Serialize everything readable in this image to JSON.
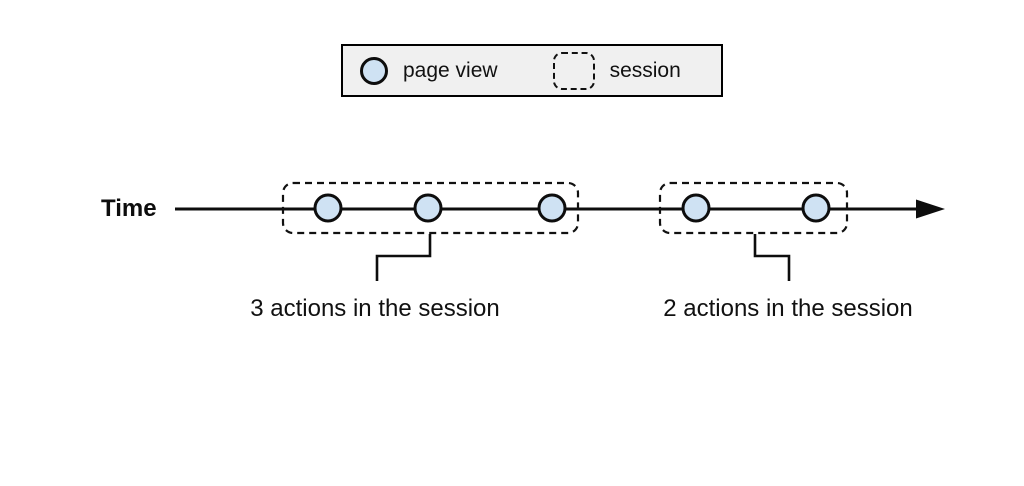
{
  "canvas": {
    "background": "#ffffff"
  },
  "legend": {
    "background": "#f0f0f0",
    "border_color": "#000000",
    "items": [
      {
        "icon": "page-view-circle-icon",
        "label": "page view"
      },
      {
        "icon": "session-dashed-box-icon",
        "label": "session"
      }
    ]
  },
  "timeline": {
    "axis_label": "Time",
    "direction": "left-to-right",
    "sessions": [
      {
        "page_views": 3,
        "caption": "3 actions in the session"
      },
      {
        "page_views": 2,
        "caption": "2 actions in the session"
      }
    ]
  },
  "colors": {
    "page_view_fill": "#cfe2f3",
    "outline": "#000000",
    "legend_background": "#f0f0f0"
  }
}
